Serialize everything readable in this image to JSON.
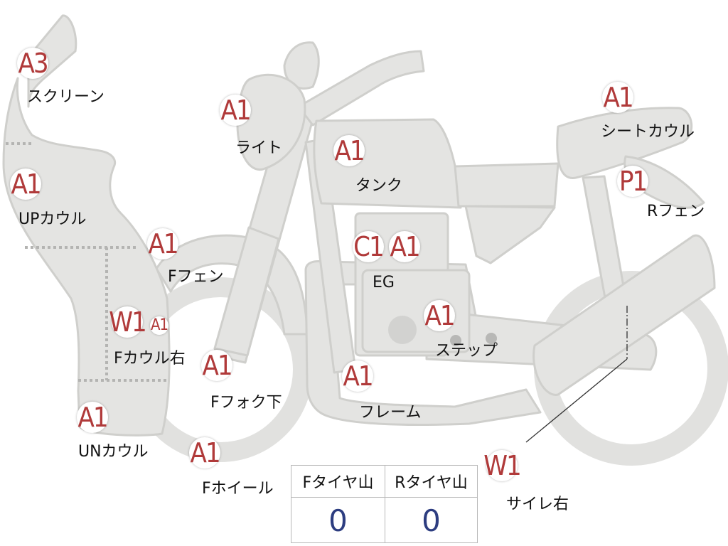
{
  "parts": {
    "screen": {
      "code": "A3",
      "label": "スクリーン"
    },
    "up_cowl": {
      "code": "A1",
      "label": "UPカウル"
    },
    "light": {
      "code": "A1",
      "label": "ライト"
    },
    "tank": {
      "code": "A1",
      "label": "タンク"
    },
    "seat_cowl": {
      "code": "A1",
      "label": "シートカウル"
    },
    "r_fender": {
      "code": "P1",
      "label": "Rフェン"
    },
    "f_fender": {
      "code": "A1",
      "label": "Fフェン"
    },
    "engine": {
      "code1": "C1",
      "code2": "A1",
      "label": "EG"
    },
    "f_cowl_right": {
      "code": "W1",
      "code_small": "A1",
      "label": "Fカウル右"
    },
    "step": {
      "code": "A1",
      "label": "ステップ"
    },
    "f_fork_lower": {
      "code": "A1",
      "label": "Fフォク下"
    },
    "frame": {
      "code": "A1",
      "label": "フレーム"
    },
    "un_cowl": {
      "code": "A1",
      "label": "UNカウル"
    },
    "f_wheel": {
      "code": "A1",
      "label": "Fホイール"
    },
    "silencer_right": {
      "code": "W1",
      "label": "サイレ右"
    }
  },
  "tire_table": {
    "front_header": "Fタイヤ山",
    "rear_header": "Rタイヤ山",
    "front_value": "0",
    "rear_value": "0"
  },
  "colors": {
    "body_fill": "#e4e4e2",
    "body_stroke": "#cfcfcc",
    "code_text": "#b03a3a",
    "value_text": "#2d3d80"
  }
}
